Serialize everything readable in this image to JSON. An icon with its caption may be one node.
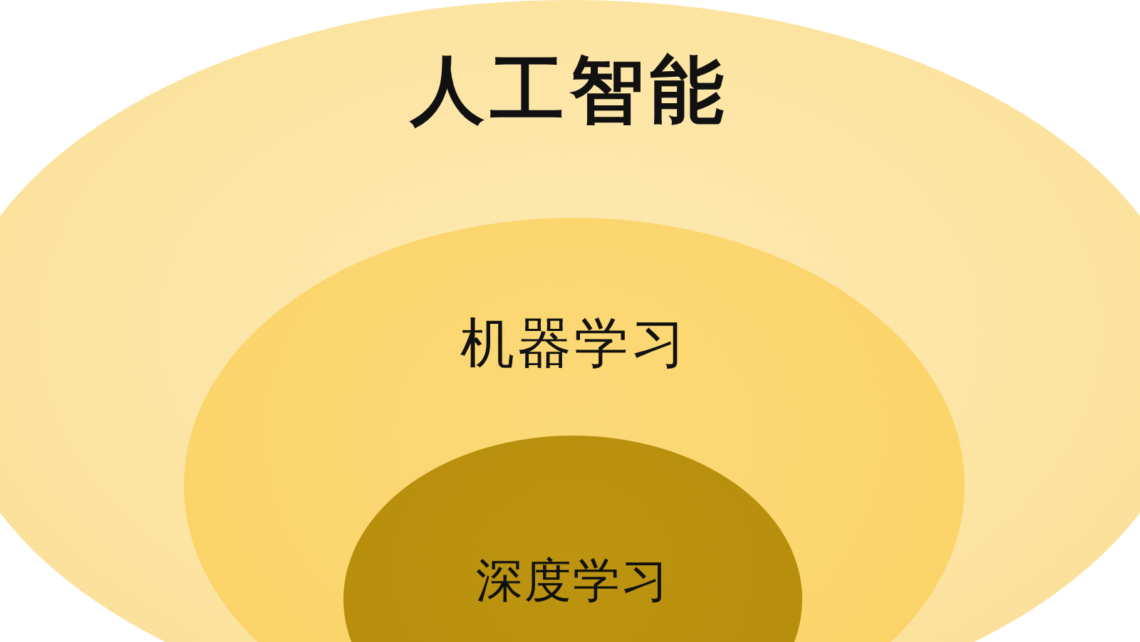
{
  "diagram": {
    "nodes": [
      {
        "text": [
          "人工智能"
        ]
      },
      {
        "text": [
          "机器学习"
        ],
        "in": 0
      },
      {
        "text": [
          "深度学习"
        ],
        "in": 1
      }
    ]
  }
}
